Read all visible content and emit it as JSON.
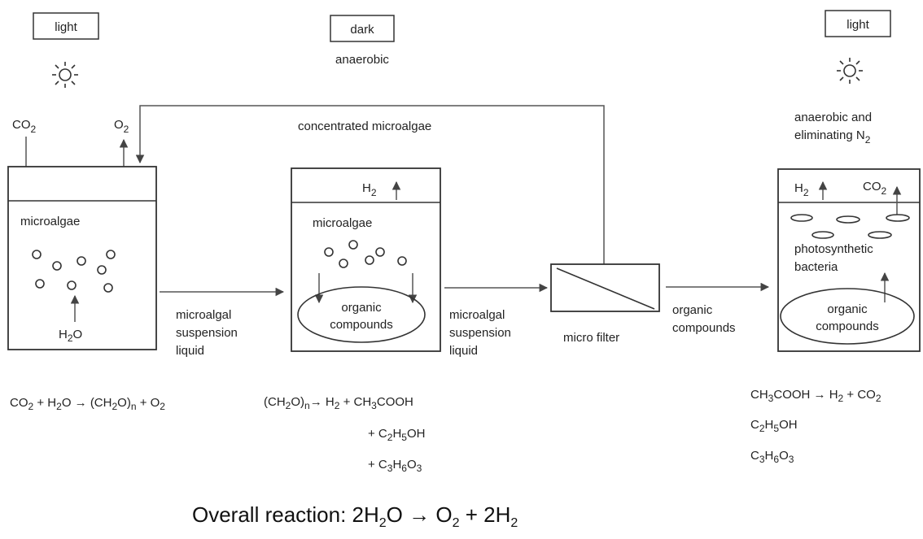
{
  "stage1": {
    "condition": "light",
    "inputs": {
      "co2": "CO",
      "co2_sub": "2",
      "o2": "O",
      "o2_sub": "2"
    },
    "tank_label": "microalgae",
    "water": "H",
    "water_sub": "2",
    "water_tail": "O",
    "equation": {
      "p1": "CO",
      "s1": "2",
      "p2": " + H",
      "s2": "2",
      "p3": "O → (CH",
      "s3": "2",
      "p4": "O)",
      "s4": "n",
      "p5": " + O",
      "s5": "2"
    }
  },
  "flows": {
    "feedback": "concentrated microalgae",
    "suspension_1": [
      "microalgal",
      "suspension",
      "liquid"
    ],
    "suspension_2": [
      "microalgal",
      "suspension",
      "liquid"
    ],
    "organic": [
      "organic",
      "compounds"
    ]
  },
  "stage2": {
    "condition": "dark",
    "subcondition": "anaerobic",
    "h2": "H",
    "h2_sub": "2",
    "tank_label": "microalgae",
    "ellipse": [
      "organic",
      "compounds"
    ],
    "eq1": {
      "p1": "(CH",
      "s1": "2",
      "p2": "O)",
      "s2": "n",
      "p3": "→ H",
      "s3": "2",
      "p4": " + CH",
      "s4": "3",
      "p5": "COOH"
    },
    "eq2": {
      "p1": "+ C",
      "s1": "2",
      "p2": "H",
      "s2": "5",
      "p3": "OH"
    },
    "eq3": {
      "p1": "+ C",
      "s1": "3",
      "p2": "H",
      "s2": "6",
      "p3": "O",
      "s3": "3"
    }
  },
  "filter": {
    "label": "micro filter"
  },
  "stage3": {
    "condition": "light",
    "note1": "anaerobic and",
    "note2": "eliminating N",
    "note2_sub": "2",
    "h2": "H",
    "h2_sub": "2",
    "co2": "CO",
    "co2_sub": "2",
    "bacteria": [
      "photosynthetic",
      "bacteria"
    ],
    "ellipse": [
      "organic",
      "compounds"
    ],
    "eq1": {
      "p1": "CH",
      "s1": "3",
      "p2": "COOH → H",
      "s2": "2",
      "p3": " + CO",
      "s3": "2"
    },
    "eq2": {
      "p1": "C",
      "s1": "2",
      "p2": "H",
      "s2": "5",
      "p3": "OH"
    },
    "eq3": {
      "p1": "C",
      "s1": "3",
      "p2": "H",
      "s2": "6",
      "p3": "O",
      "s3": "3"
    }
  },
  "overall": {
    "p1": "Overall reaction:  2H",
    "s1": "2",
    "p2": "O → O",
    "s2": "2",
    "p3": " + 2H",
    "s3": "2"
  }
}
